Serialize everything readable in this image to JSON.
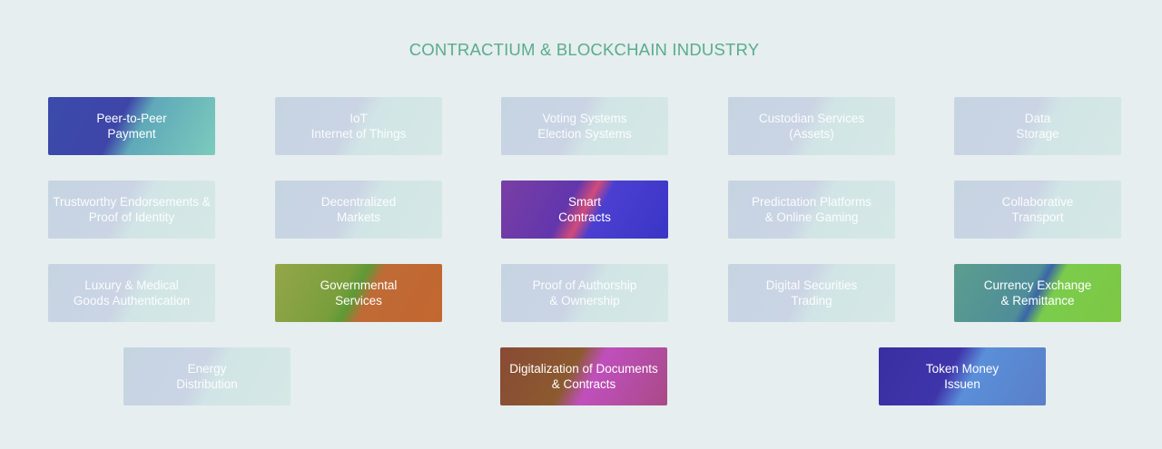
{
  "title": "CONTRACTIUM & BLOCKCHAIN INDUSTRY",
  "tiles": [
    {
      "label": "Peer-to-Peer\nPayment",
      "style": "g-blue-teal",
      "highlighted": true
    },
    {
      "label": "IoT\nInternet of Things",
      "style": "faded",
      "highlighted": false
    },
    {
      "label": "Voting Systems\nElection Systems",
      "style": "faded",
      "highlighted": false
    },
    {
      "label": "Custodian Services\n(Assets)",
      "style": "faded",
      "highlighted": false
    },
    {
      "label": "Data\nStorage",
      "style": "faded",
      "highlighted": false
    },
    {
      "label": "Trustworthy Endorsements &\nProof of Identity",
      "style": "faded",
      "highlighted": false
    },
    {
      "label": "Decentralized\nMarkets",
      "style": "faded",
      "highlighted": false
    },
    {
      "label": "Smart\nContracts",
      "style": "g-purple-blue",
      "highlighted": true
    },
    {
      "label": "Predictation Platforms\n& Online Gaming",
      "style": "faded",
      "highlighted": false
    },
    {
      "label": "Collaborative\nTransport",
      "style": "faded",
      "highlighted": false
    },
    {
      "label": "Luxury & Medical\nGoods Authentication",
      "style": "faded",
      "highlighted": false
    },
    {
      "label": "Governmental\nServices",
      "style": "g-olive-orange",
      "highlighted": true
    },
    {
      "label": "Proof of Authorship\n& Ownership",
      "style": "faded",
      "highlighted": false
    },
    {
      "label": "Digital Securities\nTrading",
      "style": "faded",
      "highlighted": false
    },
    {
      "label": "Currency Exchange\n& Remittance",
      "style": "g-teal-green",
      "highlighted": true
    },
    {
      "label": "Energy\nDistribution",
      "style": "faded",
      "highlighted": false
    },
    {
      "label": "Digitalization of Documents\n& Contracts",
      "style": "g-brown-pink",
      "highlighted": true
    },
    {
      "label": "Token Money\nIssuen",
      "style": "g-indigo-sky",
      "highlighted": true
    }
  ]
}
